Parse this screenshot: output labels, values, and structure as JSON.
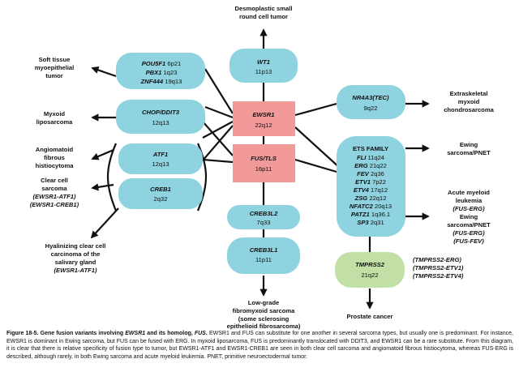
{
  "nodes": {
    "ewsr1": {
      "gene": "EWSR1",
      "locus": "22q12"
    },
    "fus": {
      "gene": "FUS/TLS",
      "locus": "16p11"
    },
    "wt1": {
      "gene": "WT1",
      "locus": "11p13"
    },
    "pou": {
      "genes": [
        {
          "gene": "POU5F1",
          "locus": "6p21"
        },
        {
          "gene": "PBX1",
          "locus": "1q23"
        },
        {
          "gene": "ZNF444",
          "locus": "19q13"
        }
      ]
    },
    "chop": {
      "gene": "CHOP/DDIT3",
      "locus": "12q13"
    },
    "atf1": {
      "gene": "ATF1",
      "locus": "12q13"
    },
    "creb1": {
      "gene": "CREB1",
      "locus": "2q32"
    },
    "nr4a3": {
      "gene": "NR4A3(TEC)",
      "locus": "9q22"
    },
    "ets": {
      "title": "ETS FAMILY",
      "genes": [
        {
          "gene": "FLI",
          "locus": "11q24"
        },
        {
          "gene": "ERG",
          "locus": "21q22"
        },
        {
          "gene": "FEV",
          "locus": "2q36"
        },
        {
          "gene": "ETV1",
          "locus": "7p22"
        },
        {
          "gene": "ETV4",
          "locus": "17q12"
        },
        {
          "gene": "ZSG",
          "locus": "22q12"
        },
        {
          "gene": "NFATC2",
          "locus": "20q13"
        },
        {
          "gene": "PATZ1",
          "locus": "1q36.1"
        },
        {
          "gene": "SP3",
          "locus": "2q31"
        }
      ]
    },
    "creb3l2": {
      "gene": "CREB3L2",
      "locus": "7q33"
    },
    "creb3l1": {
      "gene": "CREB3L1",
      "locus": "11p11"
    },
    "tmprss2": {
      "gene": "TMPRSS2",
      "locus": "21q22"
    }
  },
  "outcomes": {
    "dsrct": [
      "Desmoplastic small",
      "round cell tumor"
    ],
    "soft_tissue": [
      "Soft tissue",
      "myoepithelial",
      "tumor"
    ],
    "myxoid_lipo": [
      "Myxoid",
      "liposarcoma"
    ],
    "angiomatoid": [
      "Angiomatoid",
      "fibrous",
      "histiocytoma"
    ],
    "clear_cell": [
      "Clear cell",
      "sarcoma"
    ],
    "clear_cell_fusions": [
      "(EWSR1-ATF1)",
      "(EWSR1-CREB1)"
    ],
    "hyalinizing": [
      "Hyalinizing clear cell",
      "carcinoma of the",
      "salivary gland"
    ],
    "hyalinizing_fusion": "(EWSR1-ATF1)",
    "ext_myxoid": [
      "Extraskeletal",
      "myxoid",
      "chondrosarcoma"
    ],
    "ewing_pnet": [
      "Ewing",
      "sarcoma/PNET"
    ],
    "aml": [
      "Acute myeloid",
      "leukemia"
    ],
    "aml_fusion": "(FUS-ERG)",
    "ewing_pnet2": [
      "Ewing",
      "sarcoma/PNET"
    ],
    "ewing_pnet2_fusions": [
      "(FUS-ERG)",
      "(FUS-FEV)"
    ],
    "tmprss2_fusions": [
      "(TMPRSS2-ERG)",
      "(TMPRSS2-ETV1)",
      "(TMPRSS2-ETV4)"
    ],
    "prostate": "Prostate cancer",
    "low_grade": [
      "Low-grade",
      "fibromyxoid sarcoma",
      "(some sclerosing",
      "epithelioid fibrosarcoma)"
    ]
  },
  "caption": {
    "title": "Figure 18-5. Gene fusion variants involving ",
    "title_gene1": "EWSR1",
    "title_mid": " and its homolog, ",
    "title_gene2": "FUS",
    "title_end": ".",
    "text": "EWSR1 and FUS can substitute for one another in several sarcoma types, but usually one is predominant. For instance, EWSR1 is dominant in Ewing sarcoma, but FUS can be fused with ERG. In myxoid liposarcoma, FUS is predominantly translocated with DDIT3, and EWSR1 can be a rare substitute. From this diagram, it is clear that there is relative specificity of fusion type to tumor, but EWSR1-ATF1 and EWSR1-CREB1 are seen in both clear cell sarcoma and angiomatoid fibrous histiocytoma, whereas FUS-ERG is described, although rarely, in both Ewing sarcoma and acute myeloid leukemia. PNET, primitive neuroectodermal tumor."
  },
  "colors": {
    "blue_node": "#8fd3e0",
    "red_node": "#f29999",
    "green_node": "#c2e0a6",
    "line": "#111111"
  }
}
